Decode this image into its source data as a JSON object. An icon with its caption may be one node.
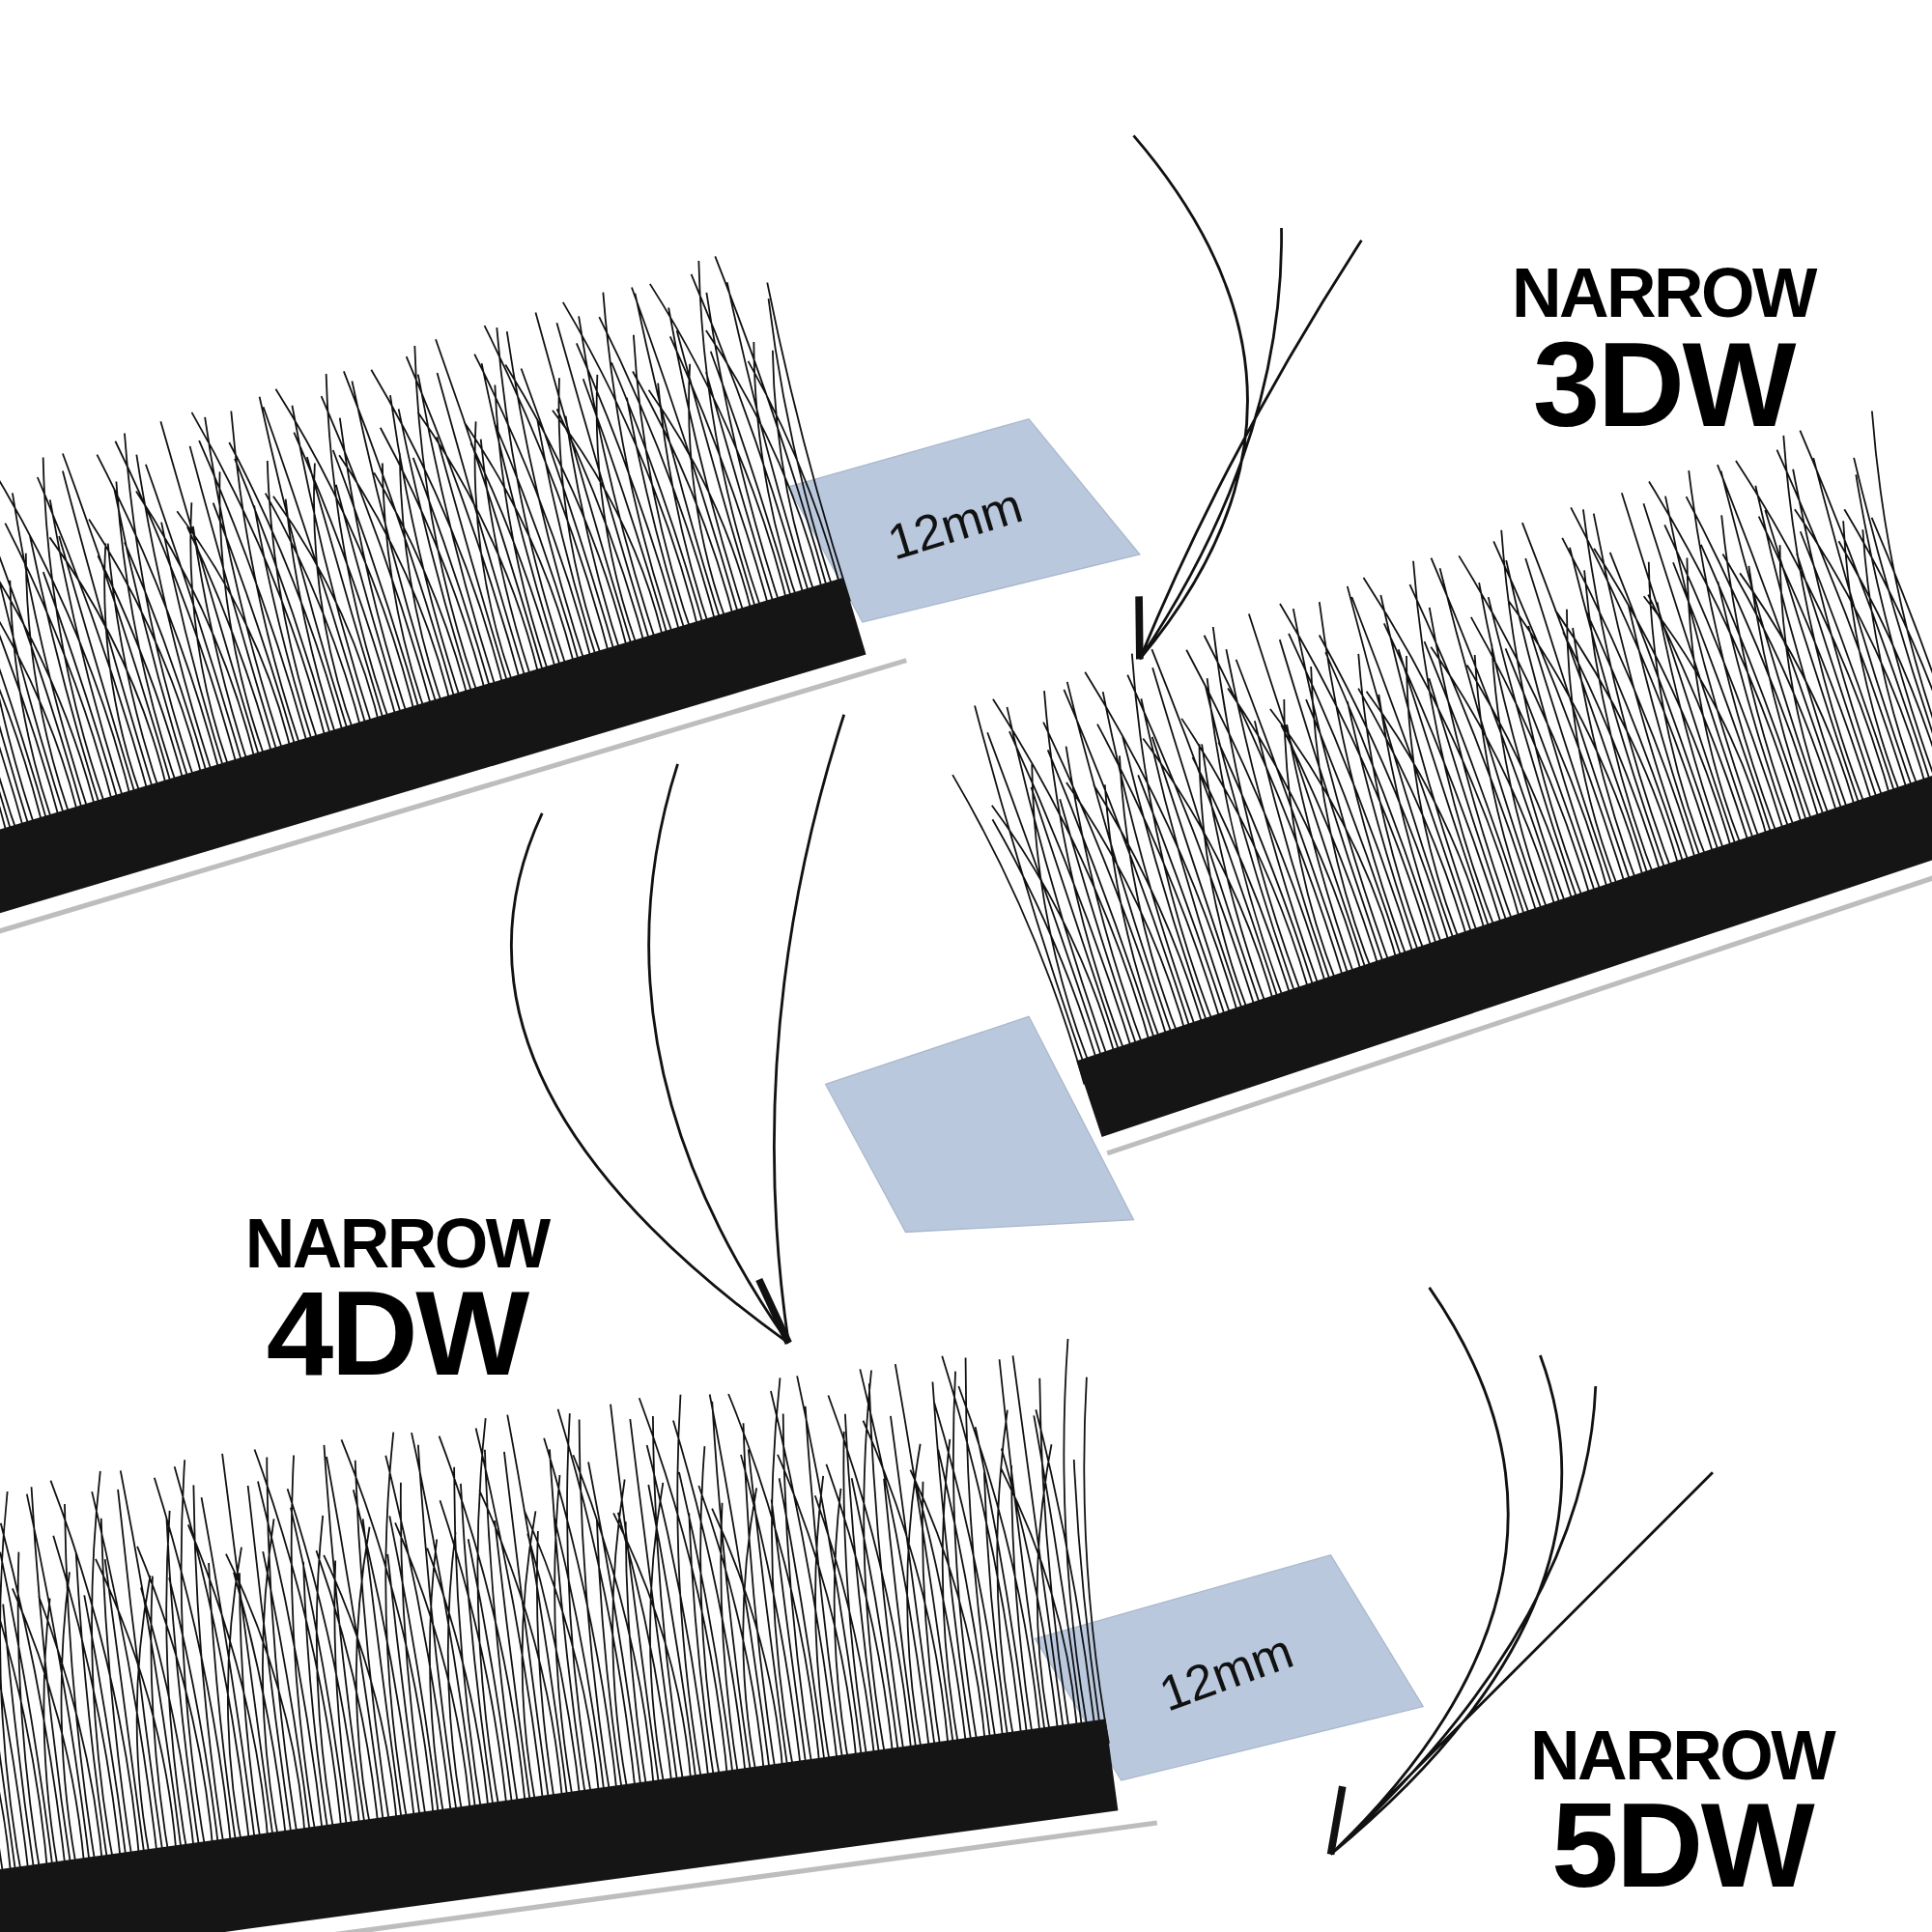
{
  "diagram": {
    "labels": [
      "NARROW",
      "3DW",
      "12mm",
      "NARROW",
      "4DW",
      "12mm",
      "NARROW",
      "5DW"
    ]
  }
}
